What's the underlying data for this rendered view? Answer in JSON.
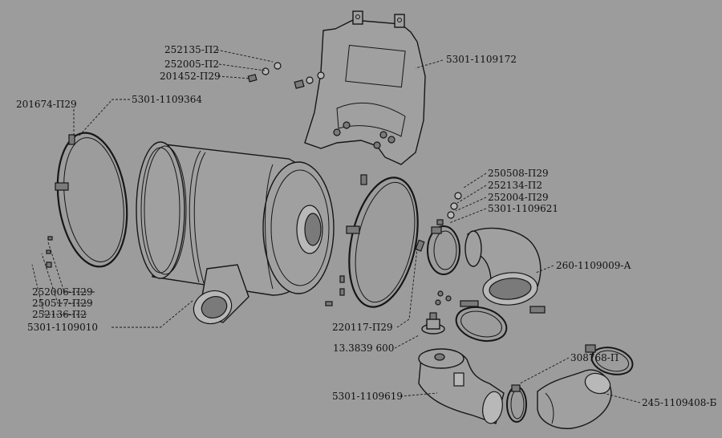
{
  "labels": {
    "l_252135": "252135-П2",
    "l_252005": "252005-П2",
    "l_201452": "201452-П29",
    "l_201674": "201674-П29",
    "l_5301_1109364": "5301-1109364",
    "l_5301_1109172": "5301-1109172",
    "l_250508": "250508-П29",
    "l_252134": "252134-П2",
    "l_252004": "252004-П29",
    "l_5301_1109621": "5301-1109621",
    "l_260_1109009": "260-1109009-А",
    "l_252006": "252006-П29",
    "l_250517": "250517-П29",
    "l_252136": "252136-П2",
    "l_5301_1109010": "5301-1109010",
    "l_220117": "220117-П29",
    "l_13_3839": "13.3839 600",
    "l_308768": "308768-П",
    "l_5301_1109619": "5301-1109619",
    "l_245_1109408": "245-1109408-Б"
  }
}
